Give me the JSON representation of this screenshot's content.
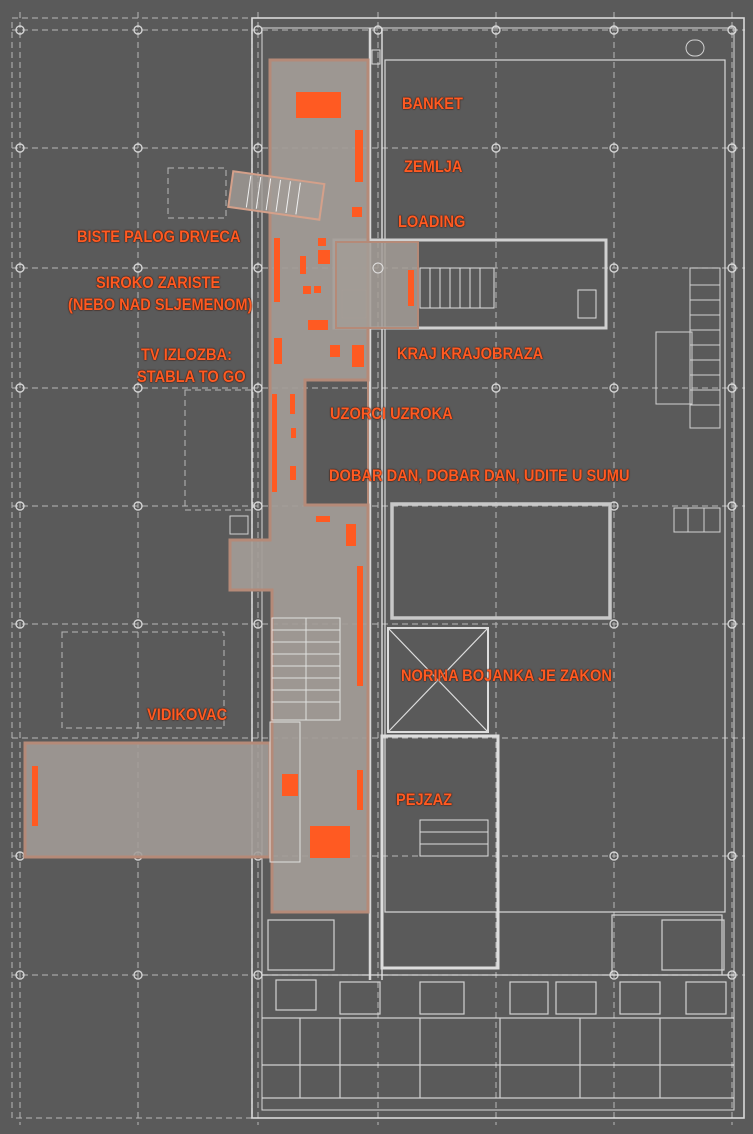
{
  "labels": {
    "banket": "BANKET",
    "zemlja": "ZEMLJA",
    "loading": "LOADING",
    "biste": "BISTE PALOG DRVECA",
    "siroko_1": "SIROKO ZARISTE",
    "siroko_2": "(NEBO NAD SLJEMENOM)",
    "tv_1": "TV IZLOZBA:",
    "tv_2": "STABLA TO GO",
    "kraj": "KRAJ KRAJOBRAZA",
    "uzorci": "UZORCI UZROKA",
    "dobar": "DOBAR DAN, DOBAR DAN, UDITE U SUMU",
    "norina": "NORINA BOJANKA JE ZAKON",
    "vidikovac": "VIDIKOVAC",
    "pejzaz": "PEJZAZ"
  },
  "colors": {
    "background": "#5a5a5a",
    "wall": "#e6e6e6",
    "gridline": "#d8d8d8",
    "exhibit_zone": "#a39c97",
    "zone_outline": "#b58a78",
    "accent": "#ff5a22"
  }
}
